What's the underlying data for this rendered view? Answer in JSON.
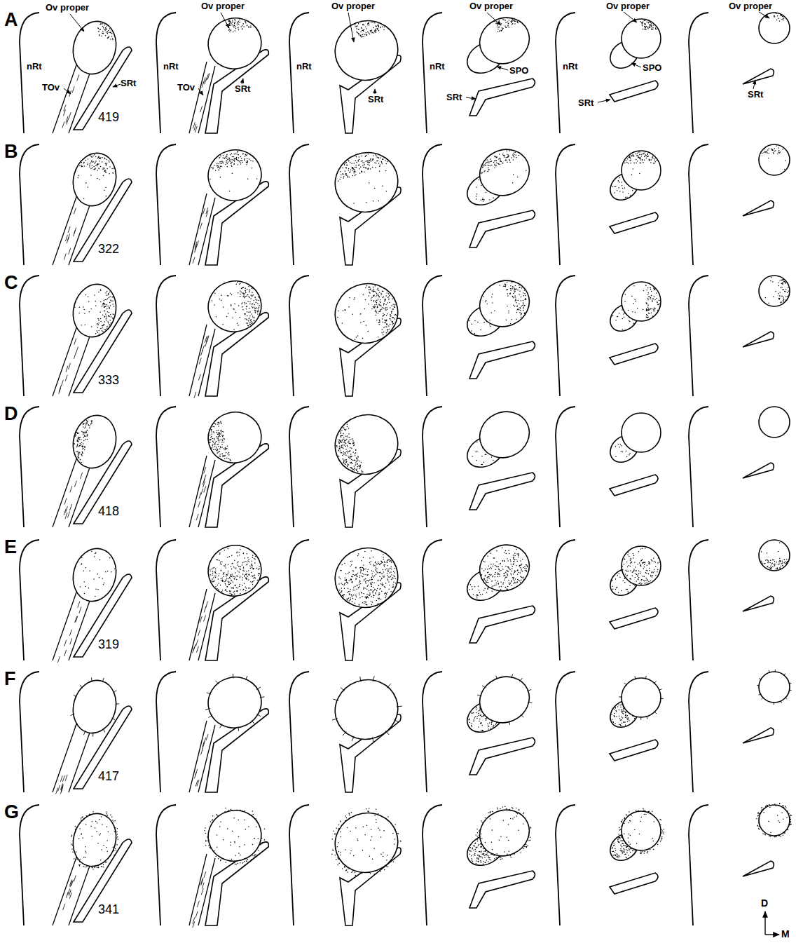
{
  "diagram": {
    "labels": [
      "A",
      "Ov proper",
      "nRt",
      "SRt",
      "TOv",
      "419",
      "Ov proper",
      "nRt",
      "TOv",
      "SRt",
      "Ov proper",
      "nRt",
      "SRt",
      "Ov proper",
      "nRt",
      "SPO",
      "SRt",
      "Ov proper",
      "nRt",
      "SPO",
      "SRt",
      "Ov proper",
      "SRt",
      "B",
      "322",
      "C",
      "333",
      "D",
      "418",
      "E",
      "319",
      "F",
      "417",
      "G",
      "341",
      "D",
      "M"
    ]
  }
}
